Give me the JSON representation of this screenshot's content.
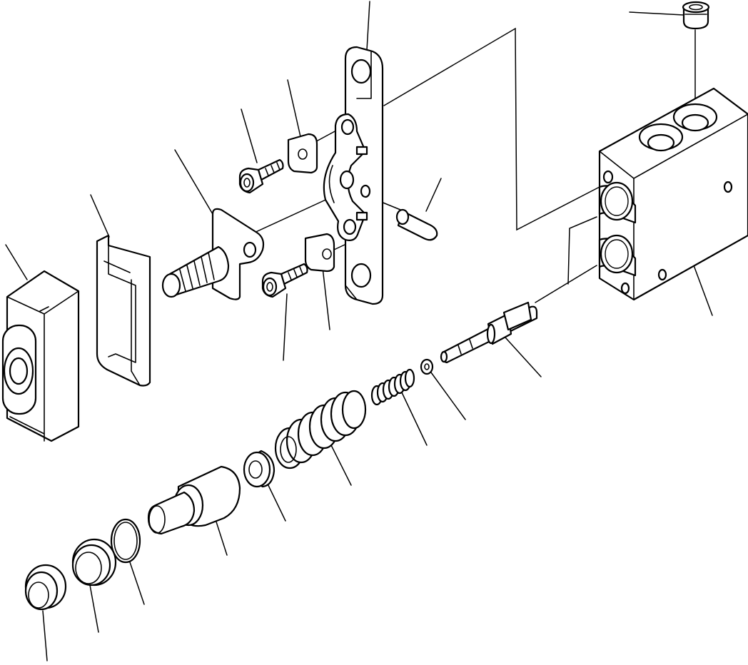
{
  "diagram": {
    "kind": "exploded-parts-view",
    "colors": {
      "line": "#000000",
      "background": "#ffffff"
    },
    "parts": [
      "cap-plug",
      "valve-body",
      "mounting-plate",
      "shim-plate-upper",
      "shim-plate-lower",
      "socket-screw-upper",
      "socket-screw-lower",
      "dowel-pin",
      "detent-lever",
      "spool-actuator",
      "gasket-cover",
      "end-cap-housing",
      "valve-spool",
      "small-washer",
      "small-spring",
      "large-spring",
      "spring-retainer",
      "piston-plunger",
      "o-ring",
      "backup-ring",
      "seal-ring"
    ]
  }
}
